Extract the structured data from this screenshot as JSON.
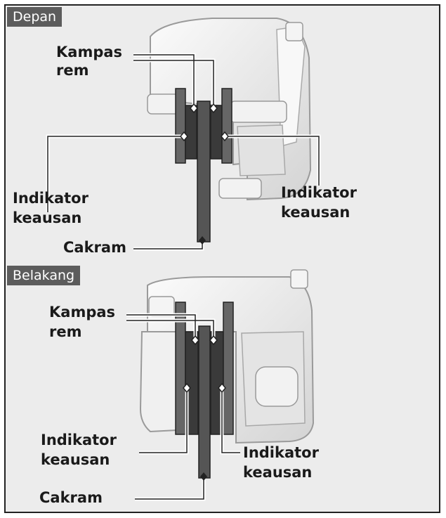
{
  "sections": [
    {
      "tag": "Depan",
      "labels": {
        "pads_line1": "Kampas",
        "pads_line2": "rem",
        "wear_left_line1": "Indikator",
        "wear_left_line2": "keausan",
        "wear_right_line1": "Indikator",
        "wear_right_line2": "keausan",
        "disc": "Cakram"
      }
    },
    {
      "tag": "Belakang",
      "labels": {
        "pads_line1": "Kampas",
        "pads_line2": "rem",
        "wear_left_line1": "Indikator",
        "wear_left_line2": "keausan",
        "wear_right_line1": "Indikator",
        "wear_right_line2": "keausan",
        "disc": "Cakram"
      }
    }
  ],
  "colors": {
    "background": "#ececec",
    "caliper": "#f6f6f6",
    "caliper_outline": "#9a9a9a",
    "pad": "#3a3a3a",
    "backing_plate": "#666666",
    "disc": "#555555",
    "tag_bg": "#5c5c5c",
    "leader_line": "#ffffff"
  }
}
